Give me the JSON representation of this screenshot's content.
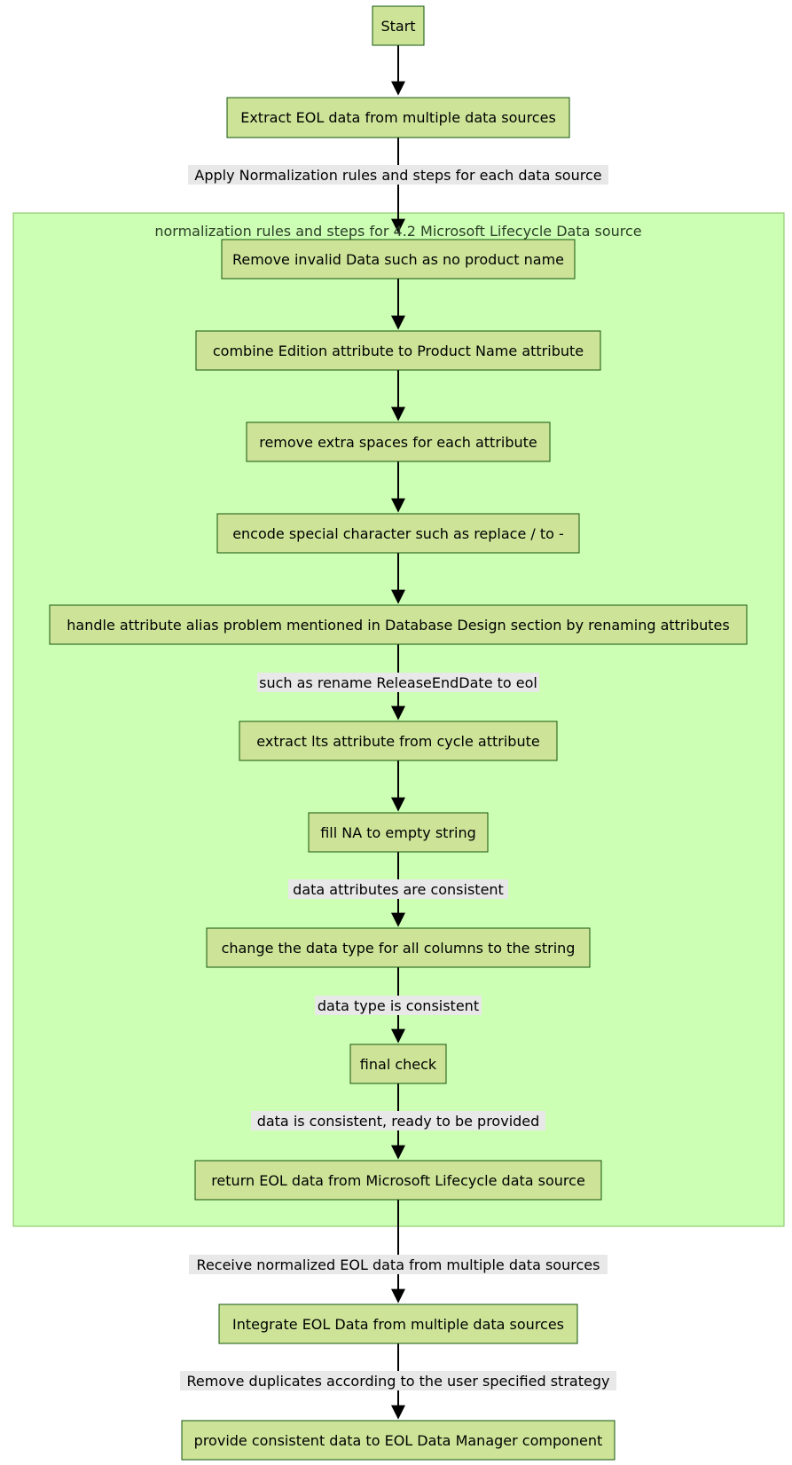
{
  "subgraph": {
    "title": "normalization rules and steps for 4.2 Microsoft Lifecycle Data source"
  },
  "nodes": {
    "start": "Start",
    "extract": "Extract EOL data from multiple data sources",
    "remove_invalid": "Remove invalid Data such as no product name",
    "combine_edition": "combine Edition attribute to Product Name attribute",
    "remove_spaces": "remove extra spaces for each attribute",
    "encode_special": "encode special character such as replace / to -",
    "handle_alias": "handle attribute alias problem mentioned in Database Design section by renaming attributes",
    "extract_lts": "extract lts attribute from cycle attribute",
    "fill_na": "fill NA to empty string",
    "change_type": "change the data type for all columns to the string",
    "final_check": "final check",
    "return_eol": "return EOL data from Microsoft Lifecycle data source",
    "integrate": "Integrate EOL Data from multiple data sources",
    "provide": "provide consistent data to EOL Data Manager component"
  },
  "edge_labels": {
    "apply_rules": "Apply Normalization rules and steps for each data source",
    "rename_example": "such as rename ReleaseEndDate to eol",
    "attrs_consistent": "data attributes are consistent",
    "type_consistent": "data type is consistent",
    "data_ready": "data is consistent, ready to be provided",
    "receive_normalized": "Receive normalized EOL data from multiple data sources",
    "remove_duplicates": "Remove duplicates according to the user specified strategy"
  },
  "colors": {
    "node_fill": "#cde498",
    "node_stroke": "#13540c",
    "subgraph_fill": "#ccffb3",
    "subgraph_stroke": "#80c05e",
    "edge_label_bg": "#e8e8e8"
  }
}
